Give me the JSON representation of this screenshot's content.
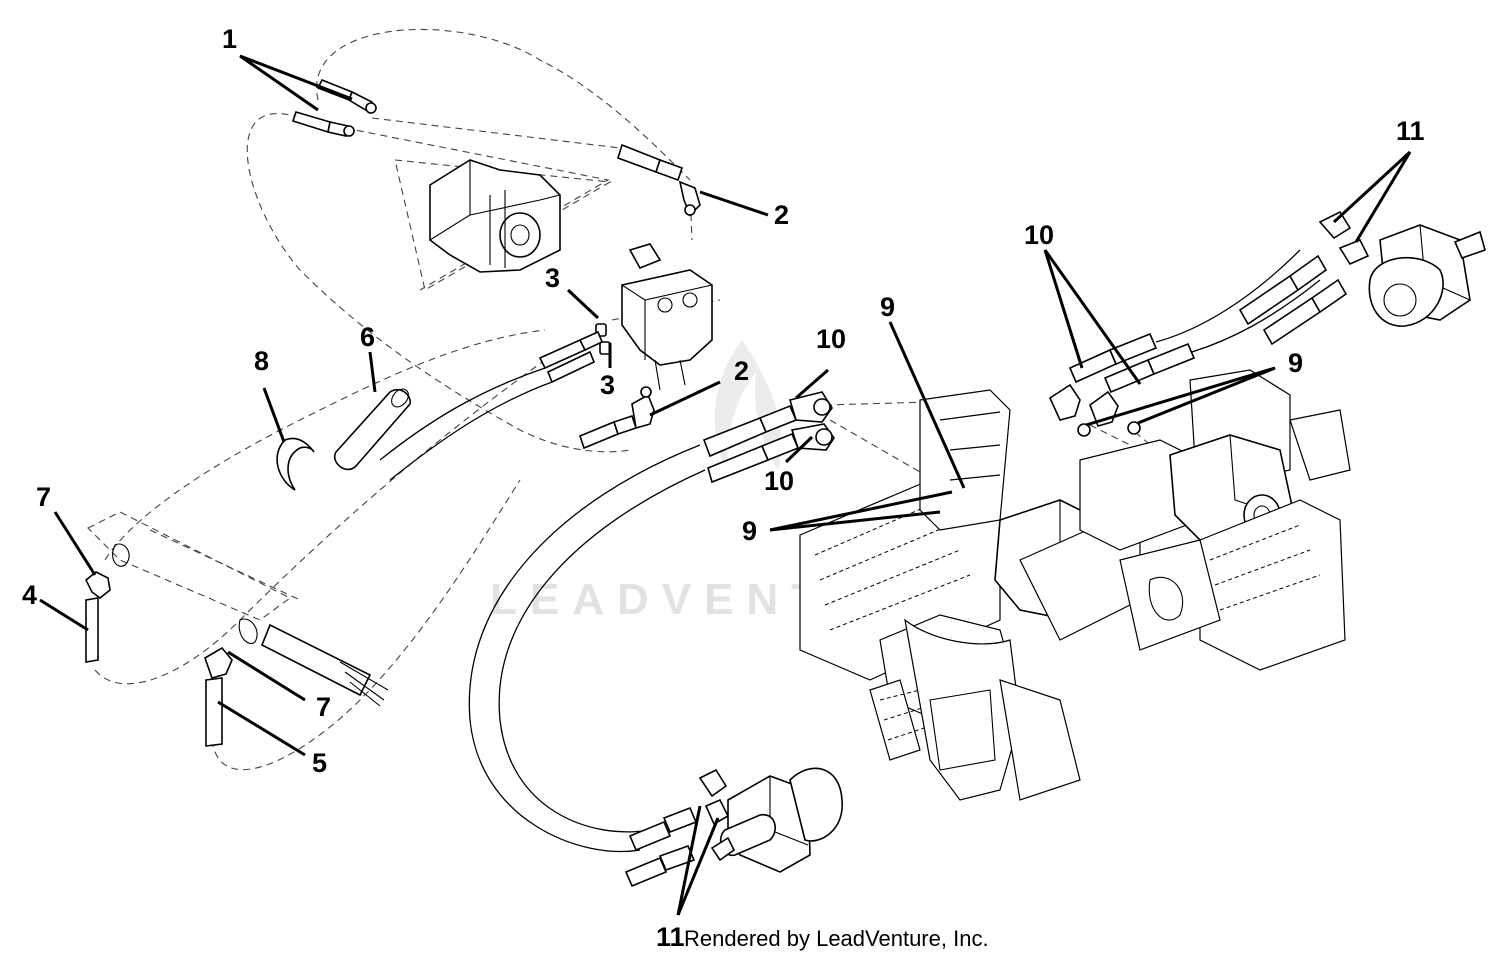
{
  "callouts": [
    {
      "id": "c1",
      "label": "1"
    },
    {
      "id": "c2a",
      "label": "2"
    },
    {
      "id": "c2b",
      "label": "2"
    },
    {
      "id": "c3a",
      "label": "3"
    },
    {
      "id": "c3b",
      "label": "3"
    },
    {
      "id": "c4",
      "label": "4"
    },
    {
      "id": "c5",
      "label": "5"
    },
    {
      "id": "c6",
      "label": "6"
    },
    {
      "id": "c7a",
      "label": "7"
    },
    {
      "id": "c7b",
      "label": "7"
    },
    {
      "id": "c8",
      "label": "8"
    },
    {
      "id": "c9a",
      "label": "9"
    },
    {
      "id": "c9b",
      "label": "9"
    },
    {
      "id": "c9c",
      "label": "9"
    },
    {
      "id": "c10a",
      "label": "10"
    },
    {
      "id": "c10b",
      "label": "10"
    },
    {
      "id": "c10c",
      "label": "10"
    },
    {
      "id": "c11a",
      "label": "11"
    },
    {
      "id": "c11b",
      "label": "11"
    }
  ],
  "watermark": "LEADVENTURE",
  "credit": "Rendered by LeadVenture, Inc."
}
